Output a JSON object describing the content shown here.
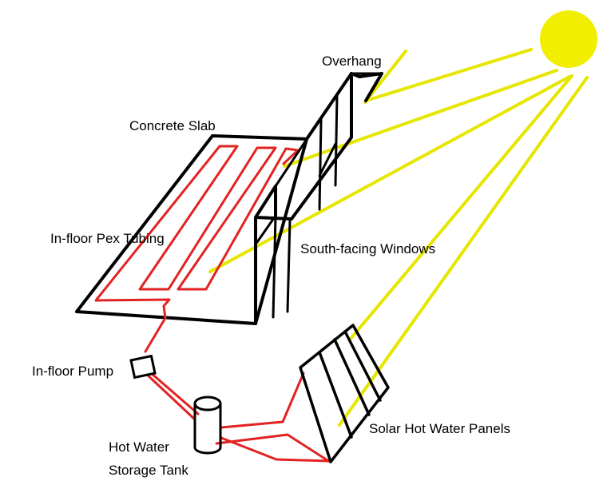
{
  "labels": {
    "overhang": "Overhang",
    "concrete_slab": "Concrete Slab",
    "pex_tubing": "In-floor Pex Tubing",
    "south_windows": "South-facing Windows",
    "pump": "In-floor Pump",
    "tank_line1": "Hot Water",
    "tank_line2": "Storage Tank",
    "solar_panels": "Solar Hot Water Panels"
  },
  "colors": {
    "sun": "#f2ee00",
    "rays": "#e6e600",
    "tubing": "#e32222",
    "outline": "#000000"
  },
  "icons": {
    "sun": "sun-icon",
    "pump": "pump-icon",
    "tank": "tank-icon",
    "solar_panel": "solar-panel-icon"
  }
}
